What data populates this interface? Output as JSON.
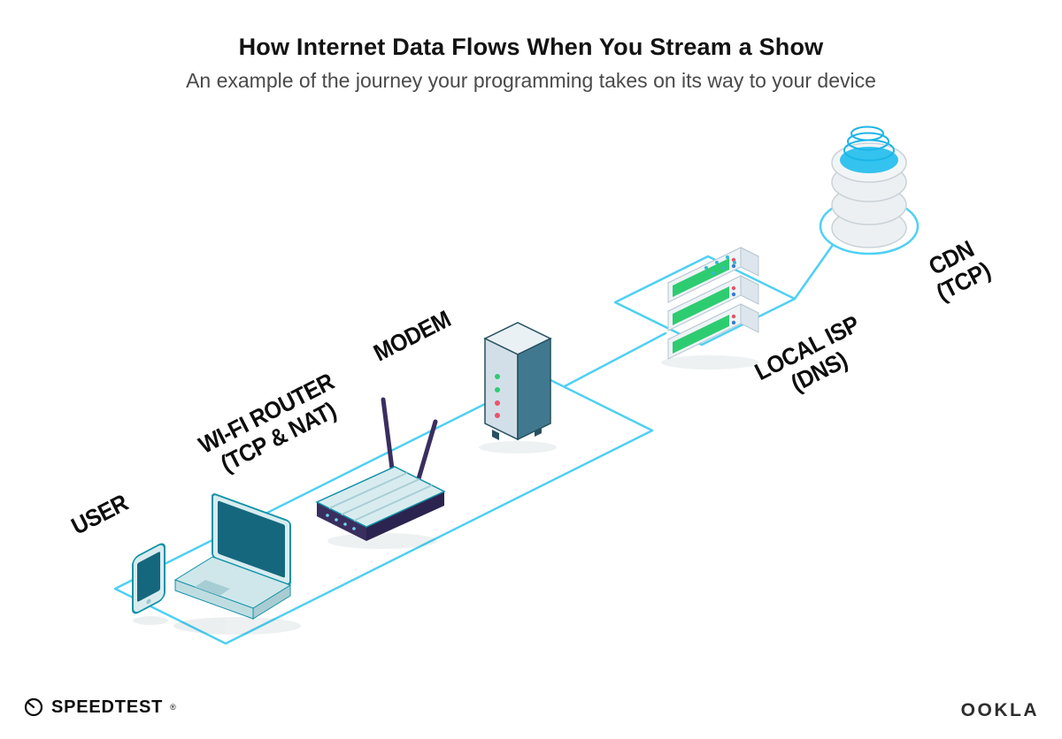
{
  "title": "How Internet Data Flows When You Stream a Show",
  "subtitle": "An example of the journey your programming takes on its way to your device",
  "nodes": {
    "user": {
      "label": "USER"
    },
    "wifi_router": {
      "line1": "WI-FI ROUTER",
      "line2": "(TCP & NAT)"
    },
    "modem": {
      "label": "MODEM"
    },
    "local_isp": {
      "line1": "LOCAL ISP",
      "line2": "(DNS)"
    },
    "cdn": {
      "line1": "CDN",
      "line2": "(TCP)"
    }
  },
  "footer": {
    "speedtest_label": "SPEEDTEST",
    "speedtest_mark": "®",
    "ookla_label": "OOKLA"
  },
  "colors": {
    "connection_line": "#4fd0f4",
    "device_teal_dark": "#15677e",
    "device_teal_light": "#d8ecef",
    "router_purple": "#3a2e5f",
    "led_green": "#2ecc71",
    "led_red": "#e8556a",
    "server_green": "#2ecc71",
    "cdn_cyan": "#33c3ee",
    "title_color": "#131313",
    "subtitle_color": "#4a4a4a"
  },
  "icons": {
    "speedtest": "speedometer-gauge-icon"
  }
}
